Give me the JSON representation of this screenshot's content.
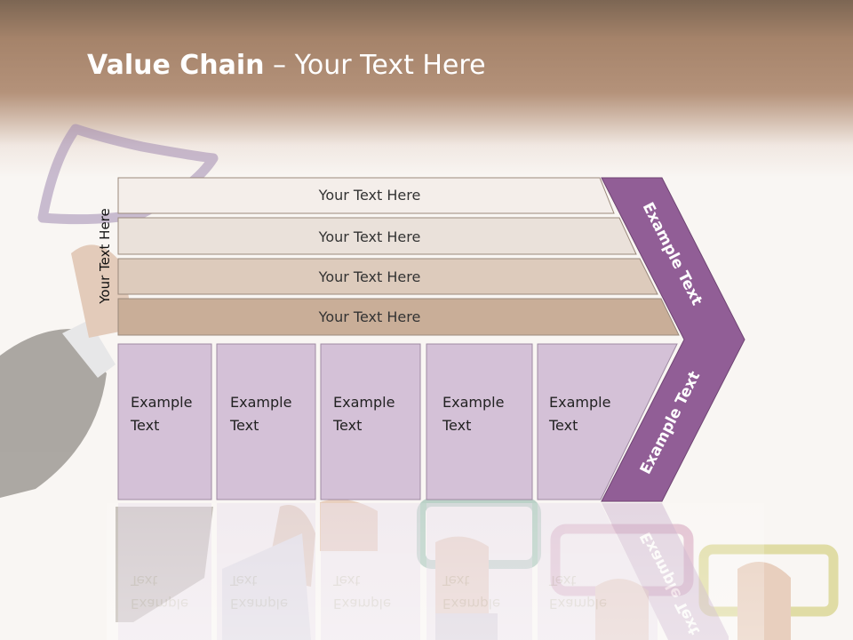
{
  "slide": {
    "title_bold": "Value Chain",
    "title_rest": " – Your Text Here",
    "side_label": "Your Text Here"
  },
  "rows": [
    {
      "label": "Your Text Here",
      "color": "#f4eeea"
    },
    {
      "label": "Your Text Here",
      "color": "#eae1da"
    },
    {
      "label": "Your Text Here",
      "color": "#ddcbbc"
    },
    {
      "label": "Your Text Here",
      "color": "#c9ae98"
    }
  ],
  "boxes": [
    {
      "line1": "Example",
      "line2": "Text"
    },
    {
      "line1": "Example",
      "line2": "Text"
    },
    {
      "line1": "Example",
      "line2": "Text"
    },
    {
      "line1": "Example",
      "line2": "Text"
    },
    {
      "line1": "Example",
      "line2": "Text"
    }
  ],
  "chevron": {
    "upper_text": "Example Text",
    "lower_text": "Example Text",
    "color": "#915e96"
  },
  "colors": {
    "box_fill": "#d4c1d7",
    "title_text": "#ffffff"
  }
}
